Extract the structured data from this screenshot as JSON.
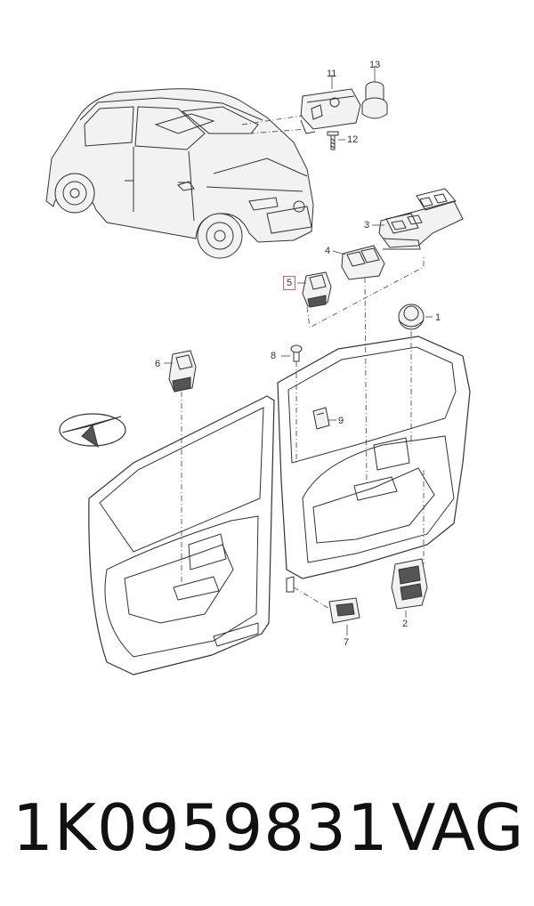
{
  "diagram": {
    "callouts": [
      {
        "id": "c1",
        "label": "1"
      },
      {
        "id": "c2",
        "label": "2"
      },
      {
        "id": "c3",
        "label": "3"
      },
      {
        "id": "c4",
        "label": "4"
      },
      {
        "id": "c5",
        "label": "5",
        "highlighted": true
      },
      {
        "id": "c6",
        "label": "6"
      },
      {
        "id": "c7",
        "label": "7"
      },
      {
        "id": "c8",
        "label": "8"
      },
      {
        "id": "c9",
        "label": "9"
      },
      {
        "id": "c11",
        "label": "11"
      },
      {
        "id": "c12",
        "label": "12"
      },
      {
        "id": "c13",
        "label": "13"
      }
    ],
    "highlight_color": "#e06060"
  },
  "caption": {
    "part_number": "1K0959831",
    "brand": "VAG"
  }
}
